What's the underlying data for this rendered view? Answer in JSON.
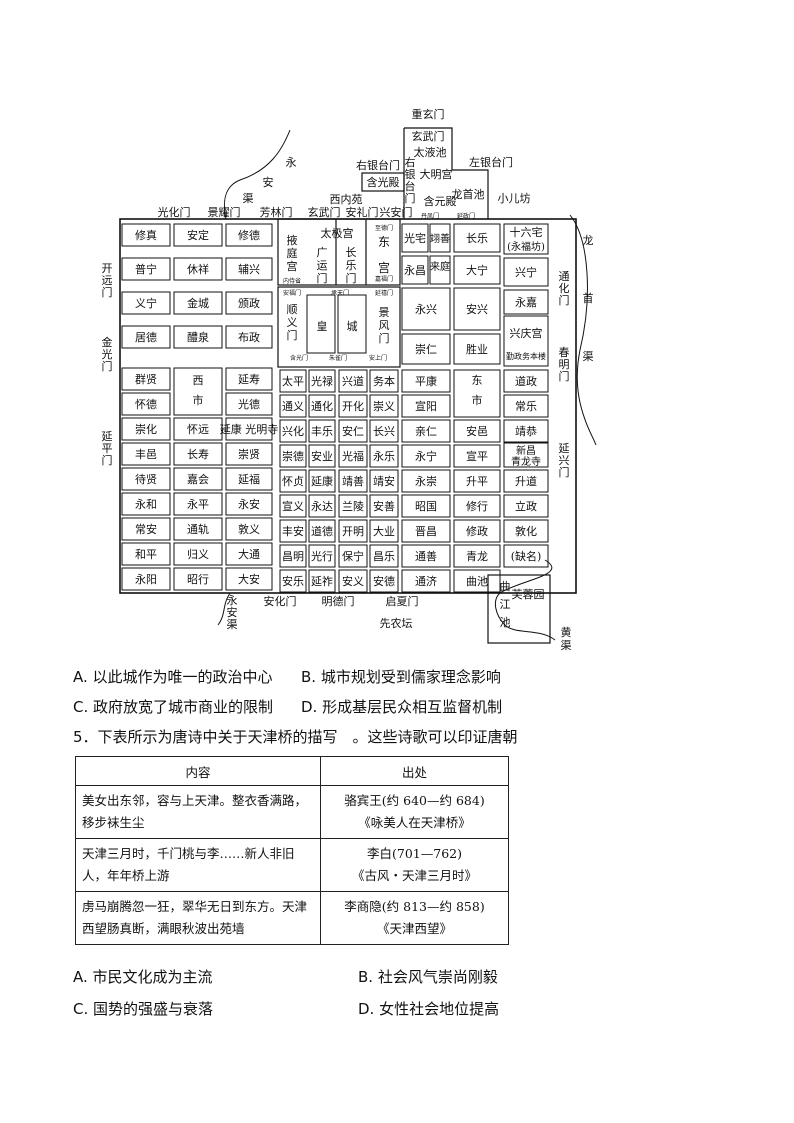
{
  "map": {
    "north_gate": "重玄门",
    "xuanwu_gate": "玄武门",
    "taiye_pool": "太液池",
    "right_yintai_gate_top": "右银台门",
    "left_yintai_gate": "左银台门",
    "hanguang_hall": "含光殿",
    "right_yintai_gate_v": [
      "右",
      "银",
      "台",
      "门"
    ],
    "daming_palace": "大明宫",
    "hanyuan_hall": "含元殿",
    "longshou_pool": "龙首池",
    "xiaoer_fang": "小儿坊",
    "yong_an_canal_v": [
      "永",
      "安",
      "渠"
    ],
    "longshou_canal_v": [
      "龙",
      "首",
      "渠"
    ],
    "north_gates": [
      "光化门",
      "景耀门",
      "芳林门",
      "玄武门",
      "安礼门",
      "兴安门"
    ],
    "danfeng_gate": "丹凤门",
    "yanzheng_gate": "延政门",
    "xineiyuan": "西内苑",
    "taiji_palace": "太极宫",
    "yeting_palace_v": [
      "掖",
      "庭",
      "宫"
    ],
    "guangyun_gate_v": [
      "广",
      "运",
      "门"
    ],
    "changle_gate_v": [
      "长",
      "乐",
      "门"
    ],
    "east_palace_v": [
      "东",
      "宫"
    ],
    "zhide_gate": "至德门",
    "jiafu_gate": "嘉福门",
    "neishisheng": "内侍省",
    "anfu_gate": "安福门",
    "chengtian_gate": "承天门",
    "yanxi_gate": "延禧门",
    "shunyi_gate_v": [
      "顺",
      "义",
      "门"
    ],
    "imperial_city_v": [
      "皇",
      "城"
    ],
    "jingfeng_gate_v": [
      "景",
      "风",
      "门"
    ],
    "hanguang_gate": "含光门",
    "zhuque_gate": "朱雀门",
    "anshang_gate": "安上门",
    "west_gates": [
      [
        "开",
        "远",
        "门"
      ],
      [
        "金",
        "光",
        "门"
      ],
      [
        "延",
        "平",
        "门"
      ]
    ],
    "east_gates": [
      [
        "通",
        "化",
        "门"
      ],
      [
        "春",
        "明",
        "门"
      ],
      [
        "延",
        "兴",
        "门"
      ]
    ],
    "south_gates": [
      "安化门",
      "明德门",
      "启夏门"
    ],
    "yongan_canal_south_v": [
      "永",
      "安",
      "渠"
    ],
    "xiannong_altar": "先农坛",
    "qujiang_v": [
      "曲",
      "江",
      "池"
    ],
    "furong_garden": "芙蓉园",
    "huang_canal_v": [
      "黄",
      "渠"
    ],
    "west_city_v": [
      "西",
      "市"
    ],
    "east_city_v": [
      "东",
      "市"
    ],
    "wards_w1": [
      "修真",
      "普宁",
      "义宁",
      "居德",
      "群贤",
      "怀德",
      "崇化",
      "丰邑",
      "待贤",
      "永和",
      "常安",
      "和平",
      "永阳"
    ],
    "wards_w2": [
      "安定",
      "休祥",
      "金城",
      "醴泉",
      "怀远",
      "长寿",
      "嘉会",
      "永平",
      "通轨",
      "归义",
      "昭行"
    ],
    "wards_w3": [
      "修德",
      "辅兴",
      "颁政",
      "布政",
      "延寿",
      "光德",
      "延康 光明寺",
      "崇贤",
      "延福",
      "永安",
      "敦义",
      "大通",
      "大安"
    ],
    "wards_c1": [
      "太平",
      "通义",
      "兴化",
      "崇德",
      "怀贞",
      "宣义",
      "丰安",
      "昌明",
      "安乐"
    ],
    "wards_c2": [
      "光禄",
      "通化",
      "丰乐",
      "安业",
      "延康",
      "永达",
      "道德",
      "光行",
      "延祚"
    ],
    "wards_c3": [
      "兴道",
      "开化",
      "安仁",
      "光福",
      "靖善",
      "兰陵",
      "开明",
      "保宁",
      "安义"
    ],
    "wards_c4": [
      "务本",
      "崇义",
      "长兴",
      "永乐",
      "靖安",
      "安善",
      "大业",
      "昌乐",
      "安德"
    ],
    "wards_e1_top": [
      "光宅",
      "永昌",
      "永兴",
      "崇仁"
    ],
    "wards_e1": [
      "平康",
      "宣阳",
      "亲仁",
      "永宁",
      "永崇",
      "昭国",
      "晋昌",
      "通善",
      "通济"
    ],
    "wards_e1b_top": [
      "翊善",
      "来庭"
    ],
    "wards_e2_top": [
      "长乐",
      "大宁",
      "安兴",
      "胜业"
    ],
    "wards_e2": [
      "安邑",
      "宣平",
      "升平",
      "修行",
      "修政",
      "青龙",
      "曲池"
    ],
    "wards_e3_top": [
      "十六宅",
      "(永福坊)",
      "兴宁",
      "永嘉",
      "兴庆宫",
      "勤政务本楼"
    ],
    "wards_e3": [
      "道政",
      "常乐",
      "靖恭",
      "新昌",
      "青龙寺",
      "升道",
      "立政",
      "敦化",
      "(缺名)"
    ]
  },
  "q4_options": {
    "a": "A. 以此城作为唯一的政治中心",
    "b": "B. 城市规划受到儒家理念影响",
    "c": "C. 政府放宽了城市商业的限制",
    "d": "D. 形成基层民众相互监督机制"
  },
  "q5": {
    "stem": "5．下表所示为唐诗中关于天津桥的描写　。这些诗歌可以印证唐朝",
    "headers": [
      "内容",
      "出处"
    ],
    "rows": [
      {
        "content": "美女出东邻，容与上天津。整衣香满路，移步袜生尘",
        "author": "骆宾王(约 640—约 684)",
        "title": "《咏美人在天津桥》"
      },
      {
        "content": "天津三月时，千门桃与李……新人非旧人，年年桥上游",
        "author": "李白(701—762)",
        "title": "《古风・天津三月时》"
      },
      {
        "content": "虏马崩腾忽一狂，翠华无日到东方。天津西望肠真断，满眼秋波出苑墙",
        "author": "李商隐(约 813—约 858)",
        "title": "《天津西望》"
      }
    ],
    "options": {
      "a": "A. 市民文化成为主流",
      "b": "B. 社会风气崇尚刚毅",
      "c": "C. 国势的强盛与衰落",
      "d": "D. 女性社会地位提高"
    }
  }
}
